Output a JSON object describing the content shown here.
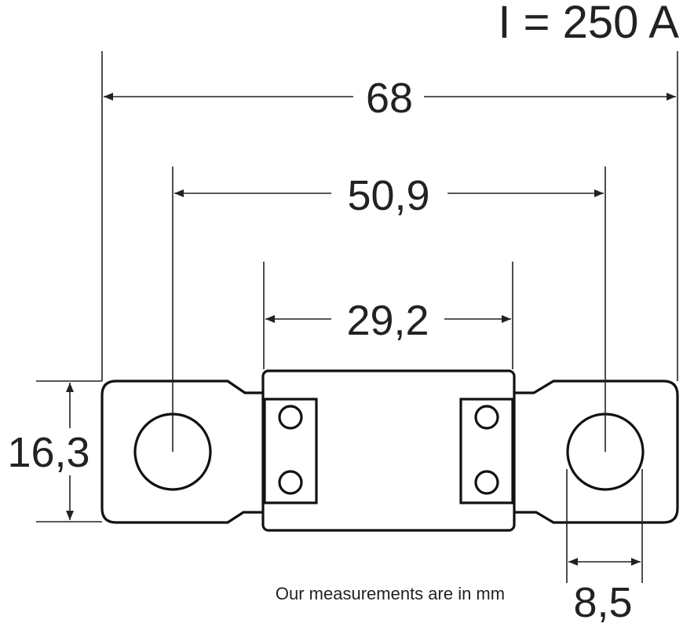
{
  "rating": "I = 250 A",
  "dimensions": {
    "total_length": "68",
    "hole_spacing": "50,9",
    "body_length": "29,2",
    "height": "16,3",
    "hole_diameter": "8,5"
  },
  "note": "Our measurements are in mm"
}
